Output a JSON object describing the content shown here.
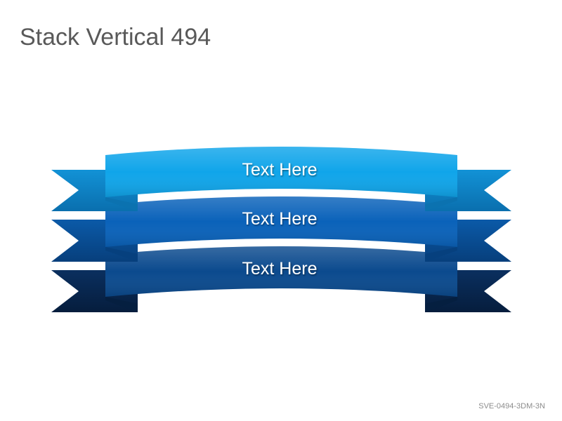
{
  "slide": {
    "title": "Stack Vertical 494",
    "code": "SVE-0494-3DM-3N"
  },
  "ribbons": [
    {
      "label": "Text Here",
      "front_color": "#10a5ea",
      "tail_color": "#1292d6",
      "tail_dark": "#0a6fae",
      "fold_color": "#0b72b0"
    },
    {
      "label": "Text Here",
      "front_color": "#0a62ba",
      "tail_color": "#0b5aa8",
      "tail_dark": "#073f7c",
      "fold_color": "#06407e"
    },
    {
      "label": "Text Here",
      "front_color": "#0b4a8e",
      "tail_color": "#0a2f5f",
      "tail_dark": "#061d3d",
      "fold_color": "#051f40"
    }
  ]
}
